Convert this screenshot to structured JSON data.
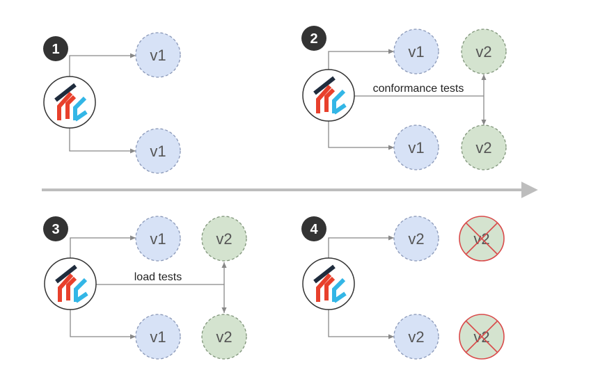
{
  "colors": {
    "background": "#ffffff",
    "connector": "#888888",
    "timeline": "#bdbdbd",
    "badge_fill": "#333333",
    "badge_text": "#ffffff",
    "v1_fill": "#d7e2f6",
    "v1_stroke": "#8a98b8",
    "v2_fill": "#d4e3cf",
    "v2_stroke": "#7f9479",
    "v2_blue_fill": "#d7e2f6",
    "cross": "#d94a4a",
    "node_text": "#555555",
    "logo_red": "#e8402c",
    "logo_blue": "#33b6e6",
    "logo_dark": "#1f2c3d"
  },
  "panels": [
    {
      "step": "1",
      "test_label": "",
      "top_target": "v1",
      "bottom_target": "v1",
      "top_canary": "",
      "bottom_canary": ""
    },
    {
      "step": "2",
      "test_label": "conformance tests",
      "top_target": "v1",
      "bottom_target": "v1",
      "top_canary": "v2",
      "bottom_canary": "v2"
    },
    {
      "step": "3",
      "test_label": "load tests",
      "top_target": "v1",
      "bottom_target": "v1",
      "top_canary": "v2",
      "bottom_canary": "v2"
    },
    {
      "step": "4",
      "test_label": "",
      "top_target": "v2",
      "bottom_target": "v2",
      "top_canary": "v2",
      "bottom_canary": "v2",
      "canaries_removed": true
    }
  ]
}
